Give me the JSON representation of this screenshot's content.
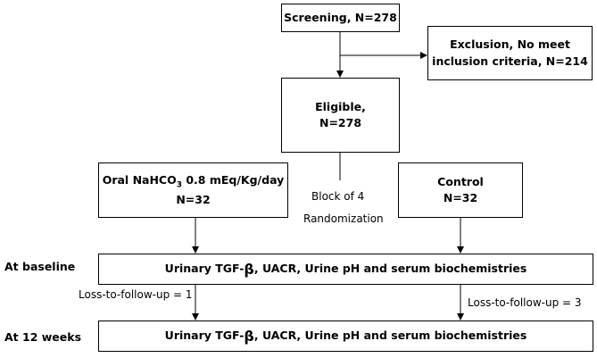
{
  "boxes": {
    "screening": "Screening, N=278",
    "exclusion_line1": "Exclusion, No meet",
    "exclusion_line2": "inclusion criteria, N=214",
    "eligible_line1": "Eligible,",
    "eligible_line2": "N=278",
    "oral_prefix": "Oral NaHCO",
    "oral_sub": "3",
    "oral_suffix": " 0.8 mEq/Kg/day",
    "oral_n": "N=32",
    "control_title": "Control",
    "control_n": "N=32",
    "baseline_pre": "Urinary TGF-",
    "baseline_beta": "β",
    "baseline_post": ", UACR, Urine pH and serum biochemistries",
    "week12_pre": "Urinary TGF-",
    "week12_beta": "β",
    "week12_post": ", UACR, Urine pH and serum biochemistries"
  },
  "labels": {
    "block": "Block of 4",
    "randomization": "Randomization",
    "loss_left": "Loss-to-follow-up = 1",
    "loss_right": "Loss-to-follow-up = 3",
    "at_baseline": "At baseline",
    "at_12_weeks": "At 12 weeks"
  }
}
